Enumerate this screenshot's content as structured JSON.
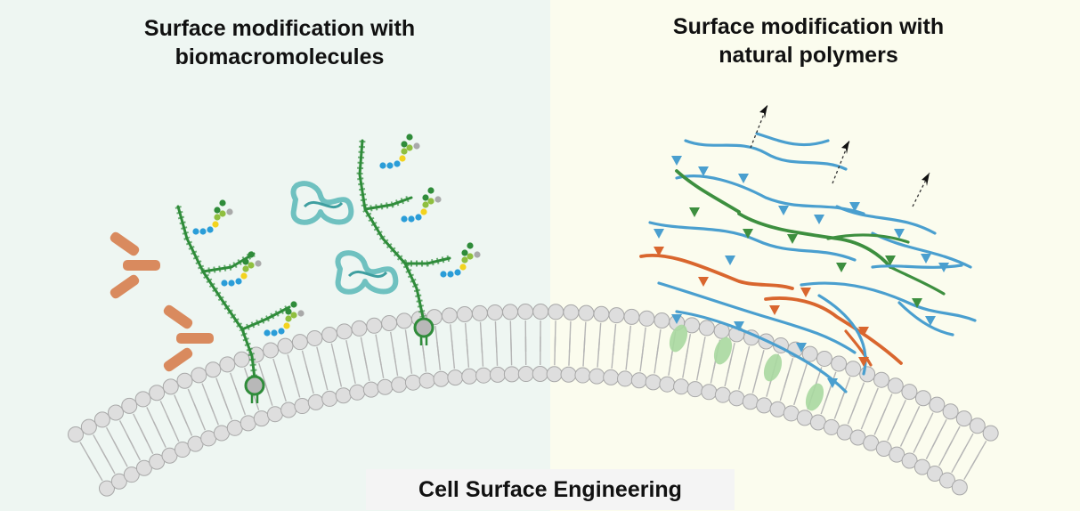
{
  "colors": {
    "left_background": "#eef6f2",
    "right_background": "#fbfcee",
    "membrane": "#dedede",
    "dna_strand": "#2f8c3a",
    "antibody": "#d98a5e",
    "protein": "#6fc1c0",
    "polymer_blue": "#4a9fcf",
    "polymer_green": "#3d8f3f",
    "polymer_orange": "#d9662e"
  },
  "icons": [
    "lipid-bilayer-icon",
    "antibody-icon",
    "dna-strand-icon",
    "glycan-chain-icon",
    "protein-icon",
    "anchor-icon",
    "polymer-network-icon",
    "membrane-protein-icon",
    "arrow-icon"
  ],
  "left_panel": {
    "heading_line1": "Surface modification with",
    "heading_line2": "biomacromolecules"
  },
  "right_panel": {
    "heading_line1": "Surface modification with",
    "heading_line2": "natural polymers"
  },
  "footer": {
    "label": "Cell Surface Engineering"
  }
}
